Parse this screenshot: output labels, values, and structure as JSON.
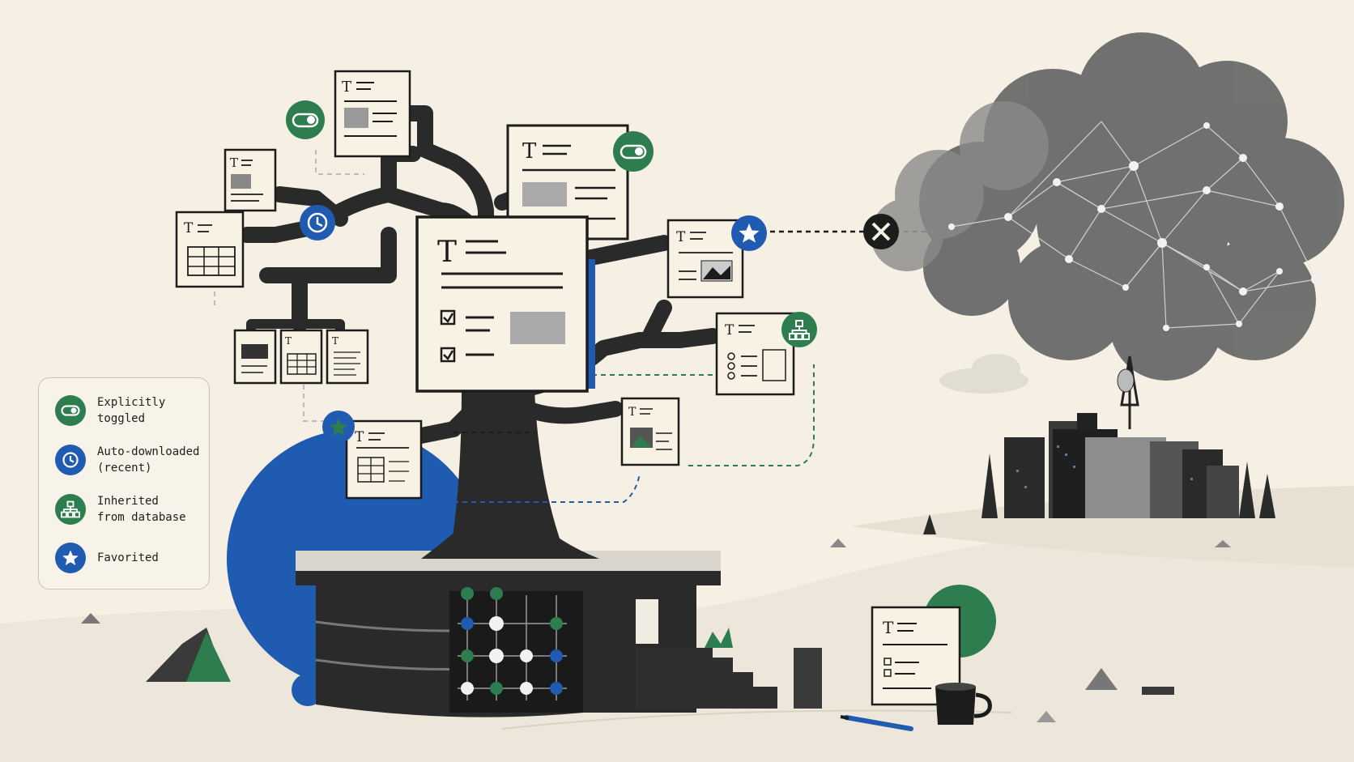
{
  "legend": {
    "items": [
      {
        "icon": "toggle-icon",
        "color": "#2e7d4f",
        "label": "Explicitly\ntoggled"
      },
      {
        "icon": "clock-icon",
        "color": "#1f5bb0",
        "label": "Auto-downloaded\n(recent)"
      },
      {
        "icon": "hierarchy-icon",
        "color": "#2e7d4f",
        "label": "Inherited\nfrom database"
      },
      {
        "icon": "star-icon",
        "color": "#1f5bb0",
        "label": "Favorited"
      }
    ]
  },
  "colors": {
    "background": "#f5f0e3",
    "green": "#2e7d4f",
    "blue": "#1f5bb0",
    "ink": "#1c1c1c",
    "paper": "#f7f2e4",
    "cloud": "#6e6e6e"
  },
  "document_glyph": "T"
}
